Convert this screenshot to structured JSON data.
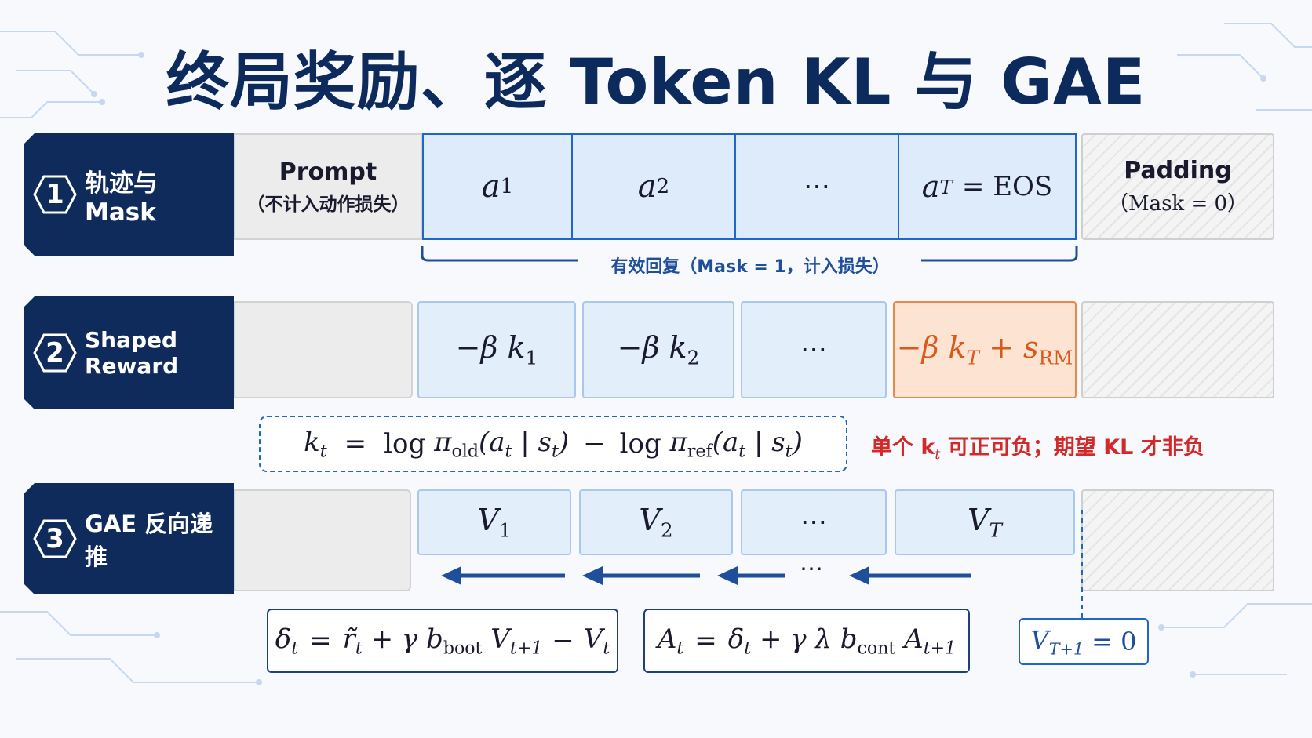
{
  "title": "终局奖励、逐 Token KL 与 GAE",
  "colors": {
    "navy": "#0f2b5b",
    "accent_blue": "#1f66c9",
    "accent_orange": "#d9591b",
    "note_red": "#d02a2a"
  },
  "rows": {
    "row1": {
      "step": "1",
      "label": "轨迹与 Mask",
      "prompt_title": "Prompt",
      "prompt_sub": "（不计入动作损失）",
      "tokens": [
        "a",
        "a",
        "⋯",
        "a"
      ],
      "token_subs": [
        "1",
        "2",
        "",
        "T"
      ],
      "eos": "= EOS",
      "padding_title": "Padding",
      "padding_sub": "（Mask = 0）",
      "brace_label": "有效回复（Mask = 1，计入损失）"
    },
    "row2": {
      "step": "2",
      "label": "Shaped Reward",
      "ellipsis": "⋯",
      "kl_note": "单个 k",
      "kl_note_sub": "t",
      "kl_note_tail": " 可正可负；期望 KL 才非负"
    },
    "row3": {
      "step": "3",
      "label": "GAE 反向递推",
      "ellipsis": "⋯",
      "arrow_ellipsis": "⋯",
      "terminal": "= 0"
    }
  }
}
